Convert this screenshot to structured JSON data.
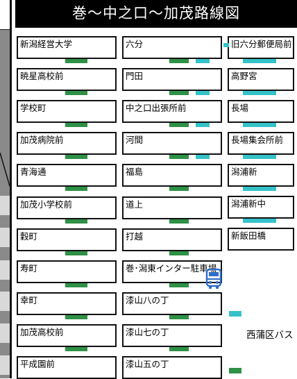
{
  "title": "巻～中之口～加茂路線図",
  "columns": {
    "col1": [
      "新潟経営大学",
      "暁星高校前",
      "学校町",
      "加茂病院前",
      "青海通",
      "加茂小学校前",
      "穀町",
      "寿町",
      "幸町",
      "加茂高校前",
      "平成園前"
    ],
    "col2": [
      "六分",
      "門田",
      "中之口出張所前",
      "河間",
      "福島",
      "道上",
      "打越",
      "巻･潟東インター駐車場",
      "漆山八の丁",
      "漆山七の丁",
      "漆山五の丁"
    ],
    "col3": [
      "旧六分郵便局前",
      "高野宮",
      "長場",
      "長場集会所前",
      "潟浦新",
      "潟浦新中",
      "新飯田橋"
    ]
  },
  "legend": {
    "cyan_label": "西蒲区バス"
  },
  "colors": {
    "green": "#2e9146",
    "cyan": "#35c2c9",
    "title_bg": "#000000"
  },
  "icons": {
    "bus": "bus-icon"
  }
}
